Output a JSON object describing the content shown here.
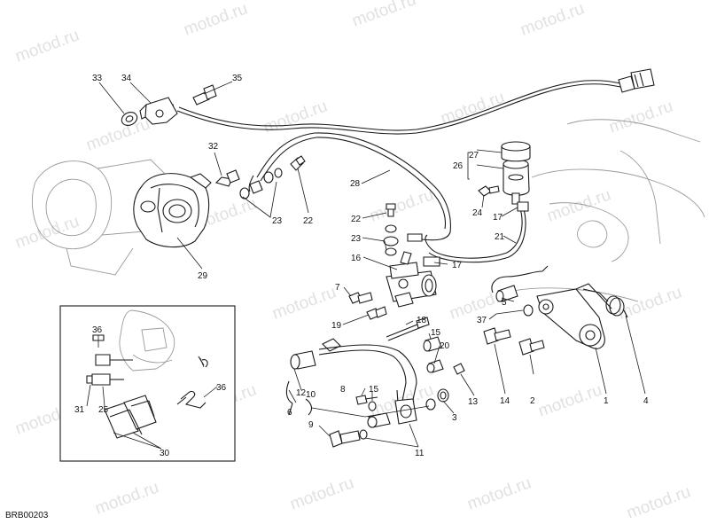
{
  "diagram": {
    "code": "BRB00203",
    "watermark": "motod.ru",
    "callouts": {
      "c1": "1",
      "c2": "2",
      "c3": "3",
      "c4": "4",
      "c5": "5",
      "c6": "6",
      "c7": "7",
      "c8": "8",
      "c9": "9",
      "c10": "10",
      "c11": "11",
      "c12": "12",
      "c13": "13",
      "c14": "14",
      "c15a": "15",
      "c15b": "15",
      "c16": "16",
      "c17a": "17",
      "c17b": "17",
      "c18": "18",
      "c19": "19",
      "c20": "20",
      "c21": "21",
      "c22a": "22",
      "c22b": "22",
      "c23a": "23",
      "c23b": "23",
      "c24": "24",
      "c25": "25",
      "c26": "26",
      "c27": "27",
      "c28": "28",
      "c29": "29",
      "c30": "30",
      "c31": "31",
      "c32": "32",
      "c33": "33",
      "c34": "34",
      "c35": "35",
      "c36a": "36",
      "c36b": "36",
      "c37": "37"
    }
  }
}
